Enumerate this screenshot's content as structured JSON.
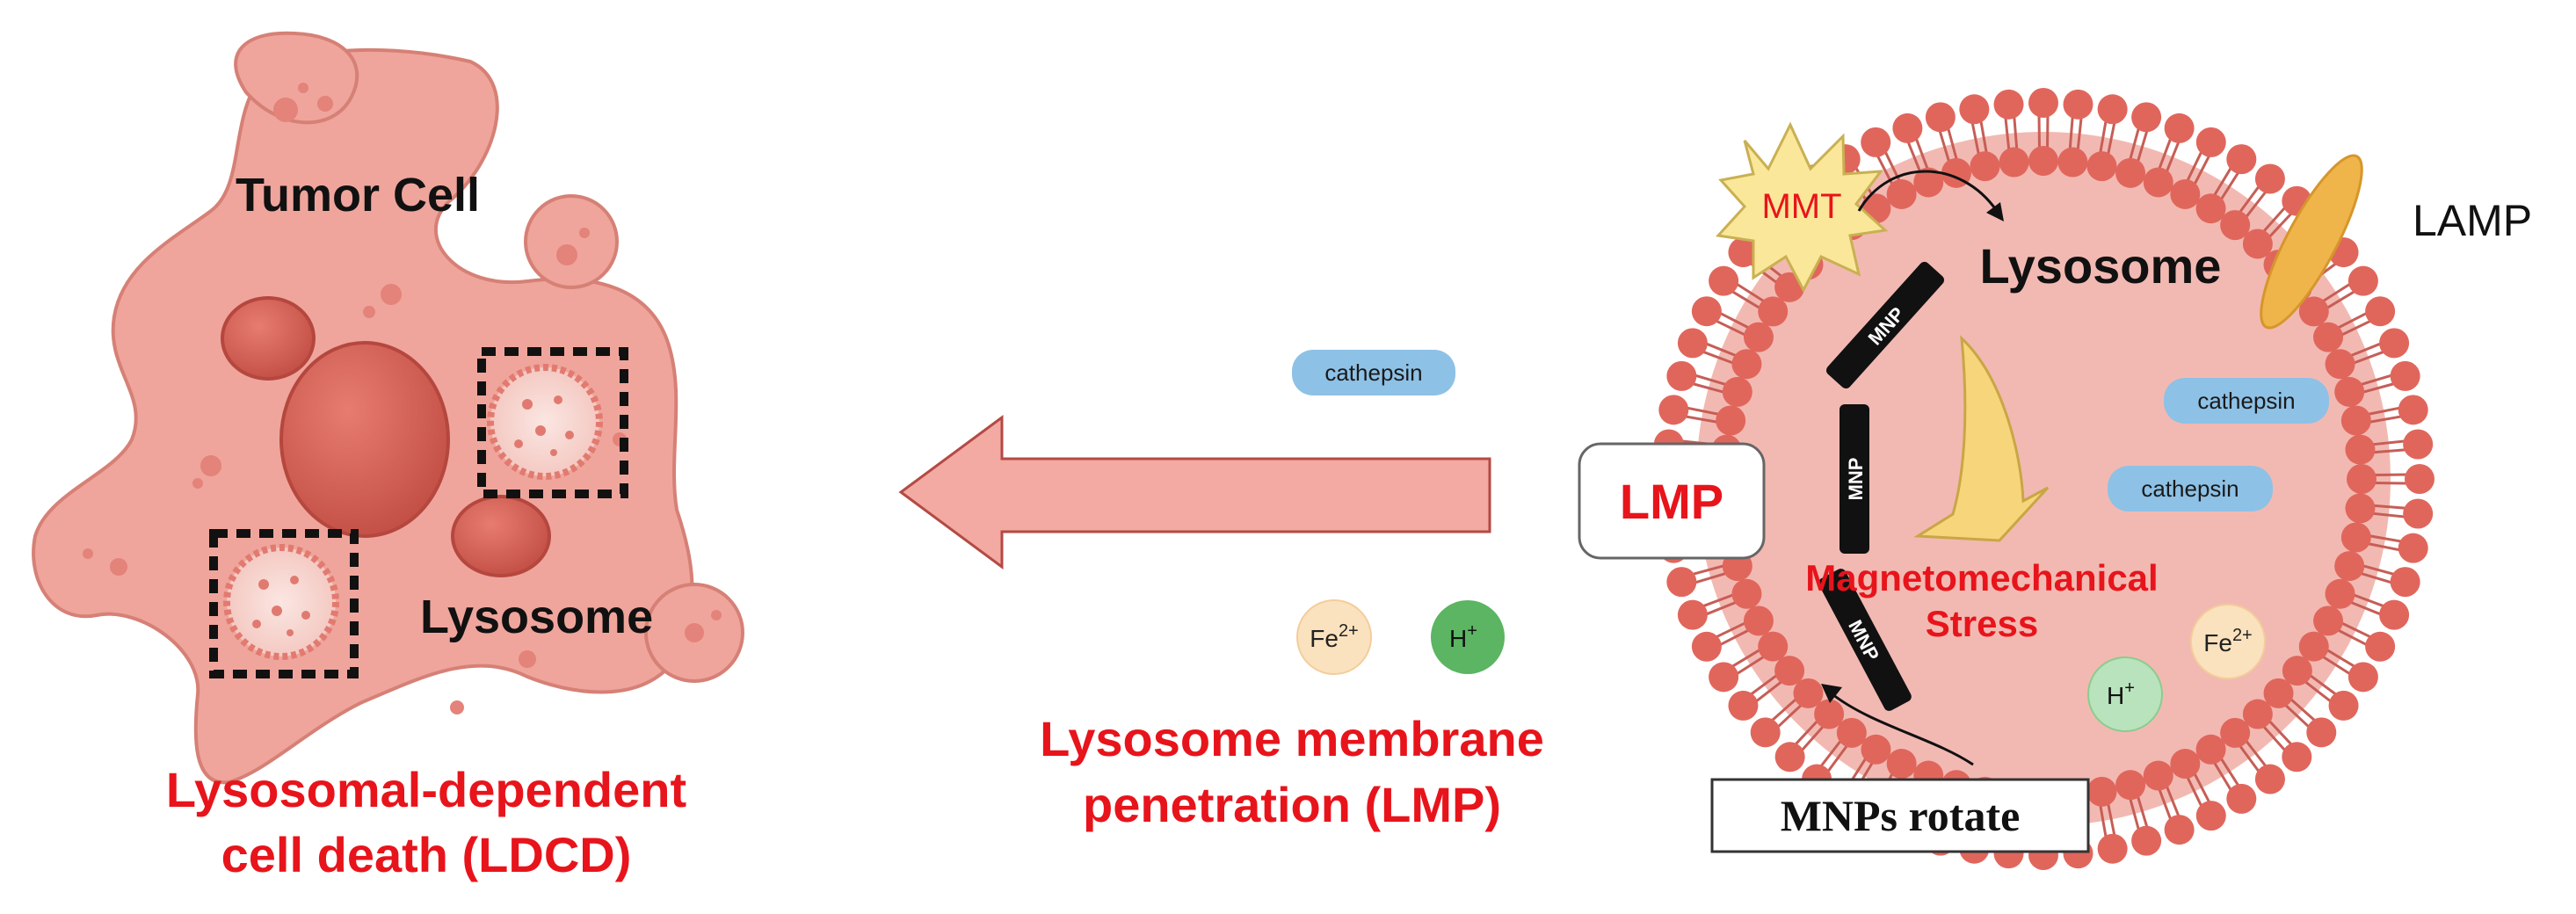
{
  "colors": {
    "cell_fill": "#EFA59C",
    "cell_stroke": "#D06B60",
    "arrow_fill": "#F2AAA2",
    "arrow_stroke": "#B44A44",
    "membrane_head": "#E0665C",
    "lysosome_fill": "#F2B9B2",
    "red_text": "#E8141B",
    "cathepsin": "#8EC1E6",
    "fe_ion": "#FBE2BE",
    "h_ion_left": "#5BB562",
    "h_ion_right": "#B9E3BC",
    "mmt_star": "#FBE79A",
    "lamp": "#F0B54A",
    "force_arrow": "#F7D57A"
  },
  "left_panel": {
    "tumor_cell_label": "Tumor Cell",
    "lysosome_label": "Lysosome",
    "caption_line1": "Lysosomal-dependent",
    "caption_line2": "cell death (LDCD)"
  },
  "middle_panel": {
    "cathepsin_label": "cathepsin",
    "fe_label": "Fe",
    "fe_charge": "2+",
    "h_label": "H",
    "h_charge": "+",
    "caption_line1": "Lysosome membrane",
    "caption_line2": "penetration (LMP)"
  },
  "right_panel": {
    "mmt_label": "MMT",
    "lysosome_label": "Lysosome",
    "lamp_label": "LAMP",
    "lmp_box_label": "LMP",
    "mnp_label": "MNP",
    "cathepsin_label": "cathepsin",
    "stress_line1": "Magnetomechanical",
    "stress_line2": "Stress",
    "fe_label": "Fe",
    "fe_charge": "2+",
    "h_label": "H",
    "h_charge": "+",
    "rotate_label": "MNPs rotate"
  }
}
